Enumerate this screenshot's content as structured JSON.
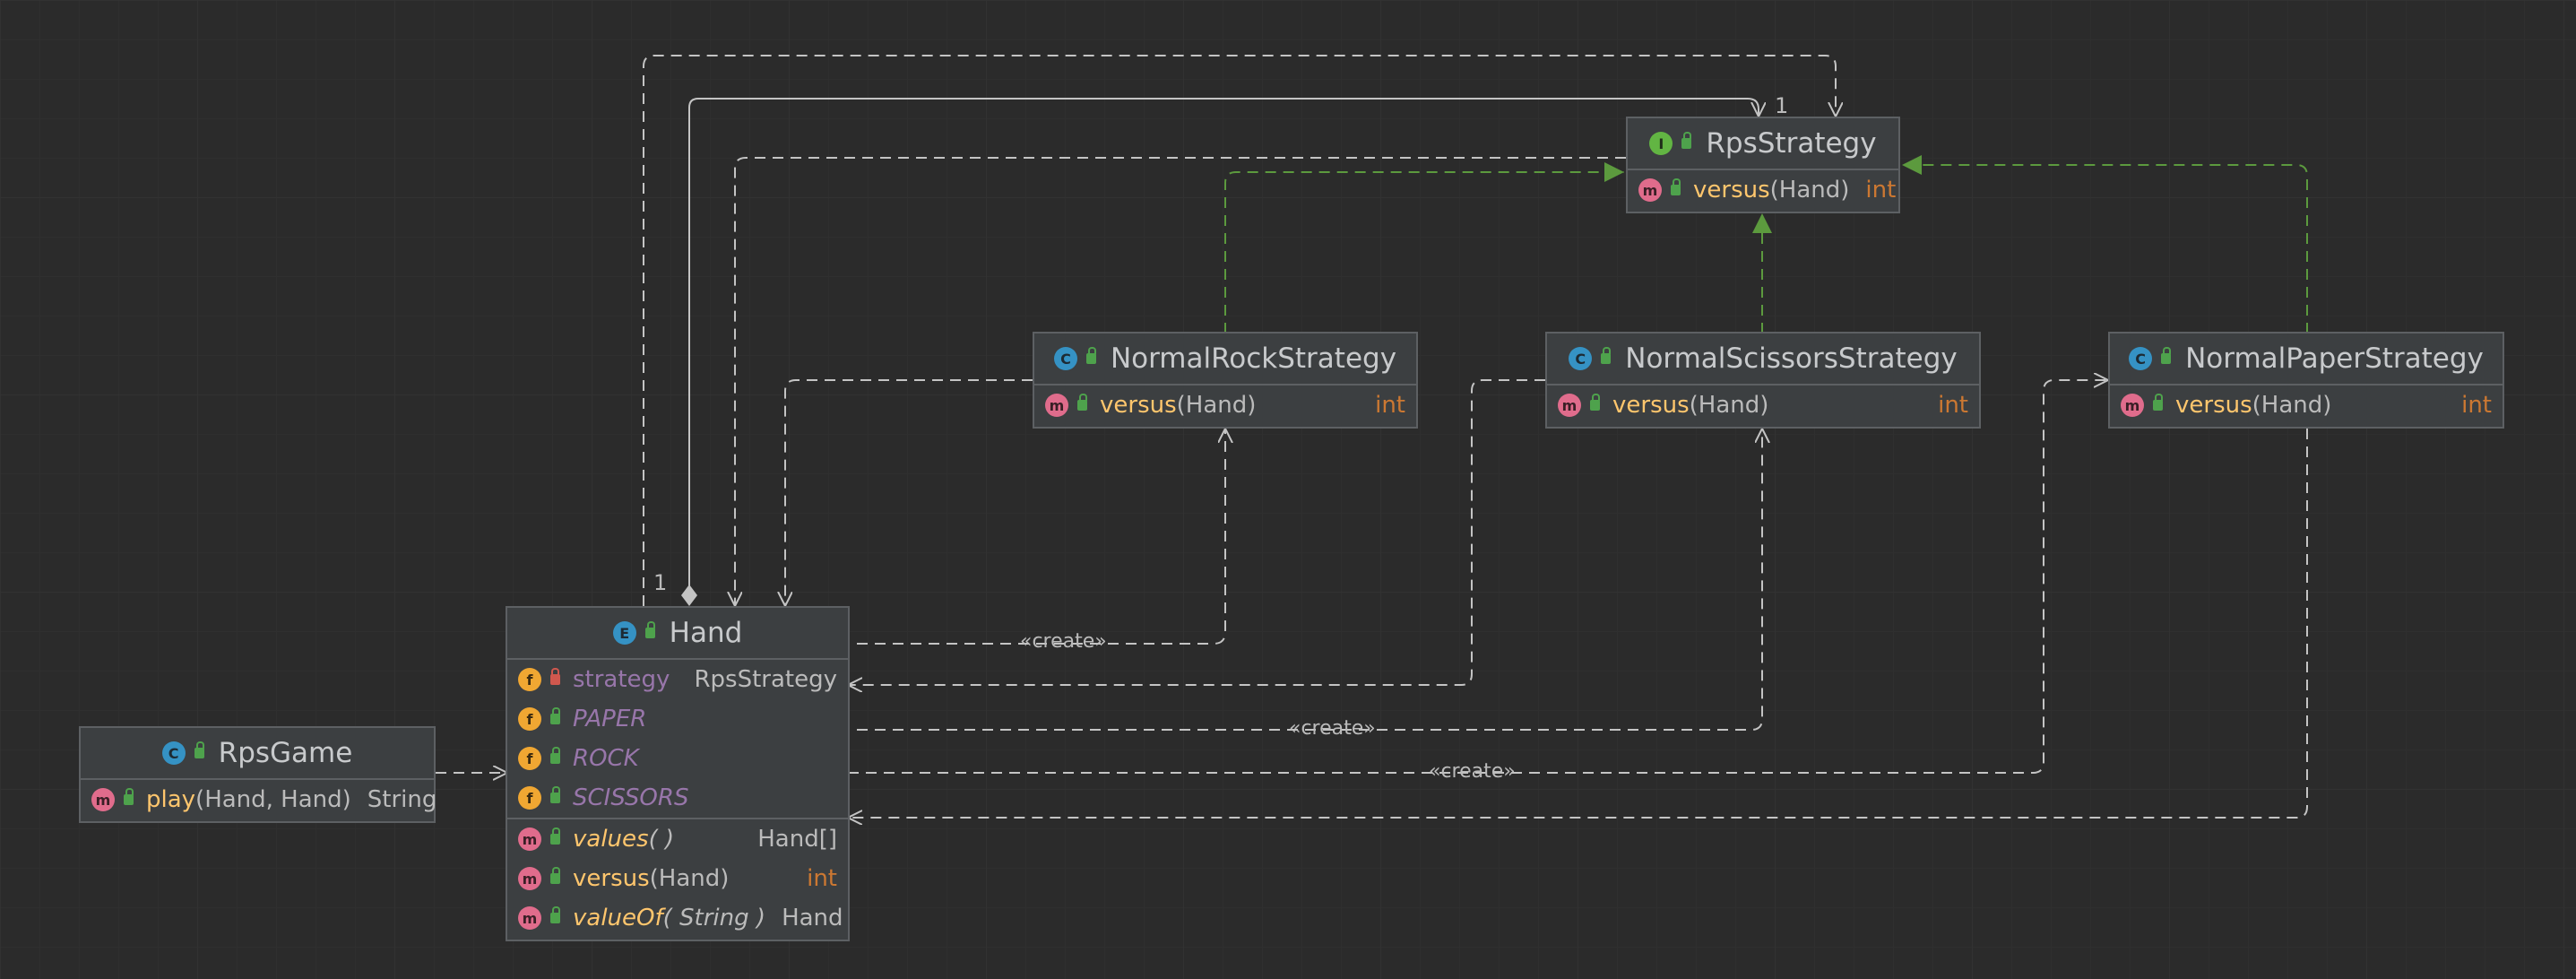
{
  "colors": {
    "background": "#2b2b2b",
    "node_fill": "#3c3f41",
    "node_border": "#5d6063",
    "dependency_line": "#c4c4c4",
    "realization_line": "#5c9a3e",
    "method_name": "#ffc66d",
    "field_name": "#9876aa",
    "keyword_type": "#cc7832"
  },
  "classes": {
    "rps_strategy": {
      "kind_icon": "interface-icon",
      "name": "RpsStrategy",
      "methods": [
        {
          "name": "versus",
          "params": "(Hand)",
          "return": "int",
          "icon": "abstract-method-icon"
        }
      ]
    },
    "normal_rock": {
      "kind_icon": "class-icon",
      "name": "NormalRockStrategy",
      "methods": [
        {
          "name": "versus",
          "params": "(Hand)",
          "return": "int",
          "icon": "method-icon"
        }
      ]
    },
    "normal_scissors": {
      "kind_icon": "class-icon",
      "name": "NormalScissorsStrategy",
      "methods": [
        {
          "name": "versus",
          "params": "(Hand)",
          "return": "int",
          "icon": "method-icon"
        }
      ]
    },
    "normal_paper": {
      "kind_icon": "class-icon",
      "name": "NormalPaperStrategy",
      "methods": [
        {
          "name": "versus",
          "params": "(Hand)",
          "return": "int",
          "icon": "method-icon"
        }
      ]
    },
    "hand": {
      "kind_icon": "enum-icon",
      "name": "Hand",
      "fields": [
        {
          "name": "strategy",
          "type": "RpsStrategy",
          "visibility": "private"
        },
        {
          "name": "PAPER",
          "type": ""
        },
        {
          "name": "ROCK",
          "type": ""
        },
        {
          "name": "SCISSORS",
          "type": ""
        }
      ],
      "methods": [
        {
          "name": "values",
          "params": " ( )",
          "return": "Hand[]",
          "static": true
        },
        {
          "name": "versus",
          "params": "(Hand)",
          "return": "int",
          "static": false
        },
        {
          "name": "valueOf",
          "params": " ( String )",
          "return": "Hand",
          "static": true
        }
      ]
    },
    "rps_game": {
      "kind_icon": "class-icon",
      "name": "RpsGame",
      "methods": [
        {
          "name": "play",
          "params": "(Hand, Hand)",
          "return": "String",
          "icon": "static-method-icon"
        }
      ]
    }
  },
  "icon_letters": {
    "class": "C",
    "enum": "E",
    "interface": "I",
    "method": "m",
    "field": "f"
  },
  "edge_labels": {
    "create_rock": "«create»",
    "create_scissors": "«create»",
    "create_paper": "«create»",
    "mult_hand_end": "1",
    "mult_strategy_end": "1"
  }
}
